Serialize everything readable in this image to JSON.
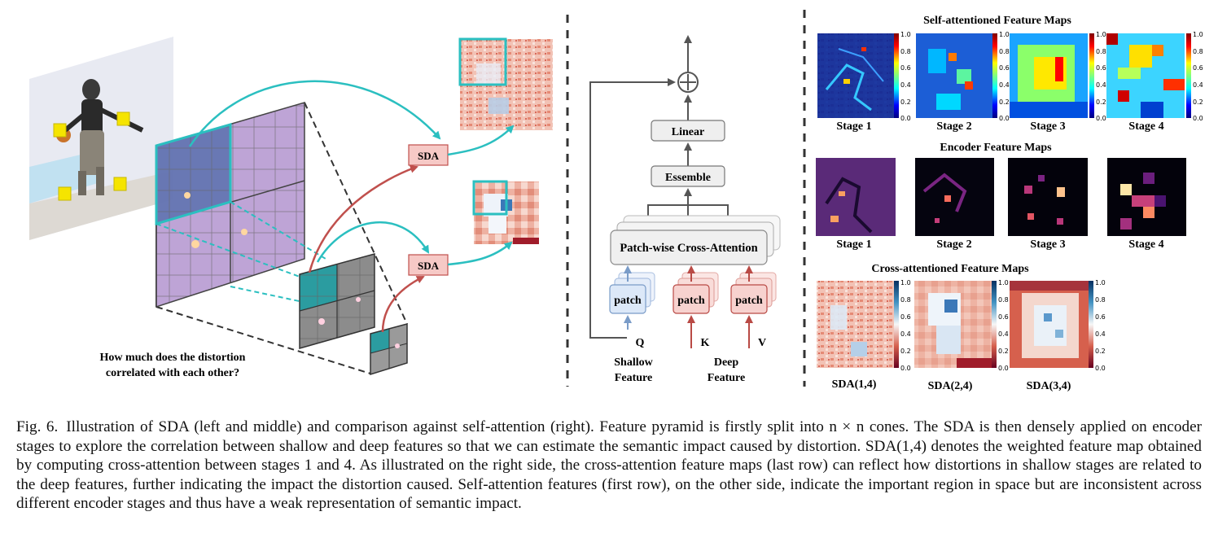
{
  "left_panel": {
    "sda_label_1": "SDA",
    "sda_label_2": "SDA",
    "question_line1": "How much does the distortion",
    "question_line2": "correlated with each other?"
  },
  "middle_panel": {
    "plus": "⊕",
    "linear": "Linear",
    "essemble": "Essemble",
    "cross_attention": "Patch-wise Cross-Attention",
    "patch_q": "patch",
    "patch_k": "patch",
    "patch_v": "patch",
    "q": "Q",
    "k": "K",
    "v": "V",
    "shallow_line1": "Shallow",
    "shallow_line2": "Feature",
    "deep_line1": "Deep",
    "deep_line2": "Feature"
  },
  "right_panel": {
    "self_title": "Self-attentioned Feature Maps",
    "encoder_title": "Encoder Feature Maps",
    "cross_title": "Cross-attentioned Feature Maps",
    "stage_labels": [
      "Stage 1",
      "Stage 2",
      "Stage 3",
      "Stage 4"
    ],
    "sda_labels": [
      "SDA(1,4)",
      "SDA(2,4)",
      "SDA(3,4)"
    ],
    "self_ticks": [
      "1.0",
      "0.8",
      "0.6",
      "0.4",
      "0.2",
      "0.0"
    ],
    "cross_ticks": [
      "1.0",
      "0.8",
      "0.6",
      "0.4",
      "0.2",
      "0.0"
    ]
  },
  "colors": {
    "teal": "#2bbfc0",
    "sda_red": "#c0504d",
    "sda_fill": "#f6c9c6",
    "patch_blue": "#dce8f8",
    "patch_red": "#f7d2cf",
    "grey_box": "#efefef"
  },
  "caption": {
    "fig_number": "Fig. 6.",
    "text": "Illustration of SDA (left and middle) and comparison against self-attention (right). Feature pyramid is firstly split into n × n cones. The SDA is then densely applied on encoder stages to explore the correlation between shallow and deep features so that we can estimate the semantic impact caused by distortion. SDA(1,4) denotes the weighted feature map obtained by computing cross-attention between stages 1 and 4. As illustrated on the right side, the cross-attention feature maps (last row) can reflect how distortions in shallow stages are related to the deep features, further indicating the impact the distortion caused. Self-attention features (first row), on the other side, indicate the important region in space but are inconsistent across different encoder stages and thus have a weak representation of semantic impact."
  }
}
